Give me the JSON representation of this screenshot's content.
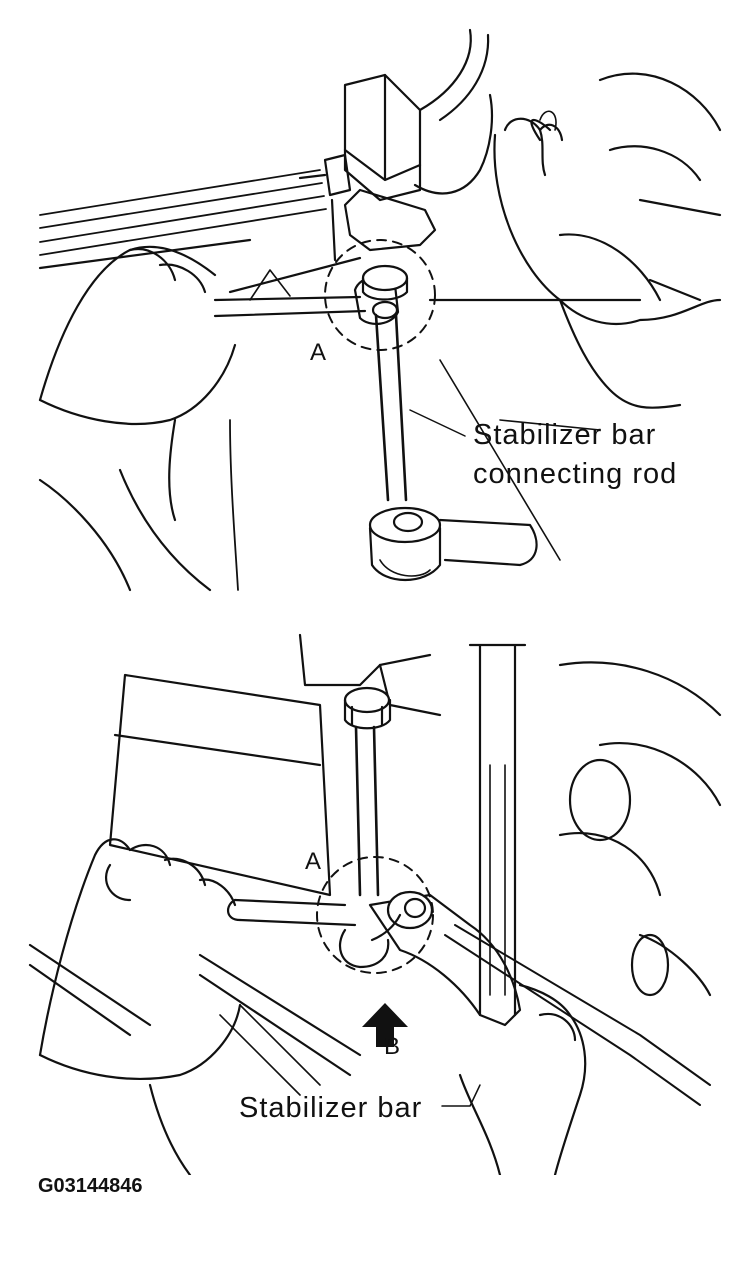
{
  "figure_code": "G03144846",
  "top_panel": {
    "callout_line1": "Stabilizer bar",
    "callout_line2": "connecting rod",
    "point_a": "A"
  },
  "bottom_panel": {
    "point_a": "A",
    "point_b": "B",
    "callout": "Stabilizer bar"
  },
  "colors": {
    "ink": "#111111",
    "background": "#ffffff"
  }
}
